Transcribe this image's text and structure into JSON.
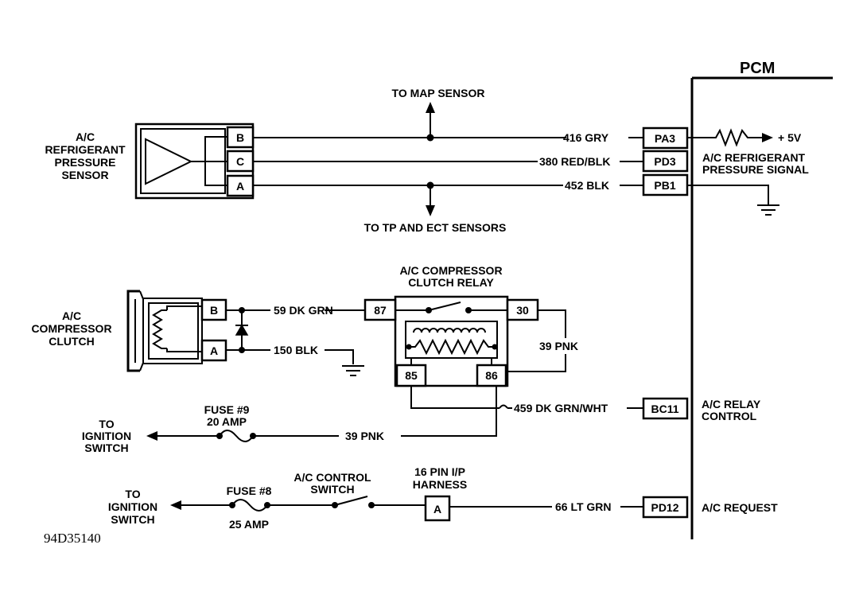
{
  "pcm": {
    "title": "PCM",
    "pins": {
      "pa3": "PA3",
      "pd3": "PD3",
      "pb1": "PB1",
      "bc11": "BC11",
      "pd12": "PD12"
    },
    "labels": {
      "plus_5v": "+ 5V",
      "pressure_signal_1": "A/C REFRIGERANT",
      "pressure_signal_2": "PRESSURE SIGNAL",
      "relay_control_1": "A/C RELAY",
      "relay_control_2": "CONTROL",
      "ac_request": "A/C REQUEST"
    }
  },
  "pressure_sensor": {
    "name_1": "A/C",
    "name_2": "REFRIGERANT",
    "name_3": "PRESSURE",
    "name_4": "SENSOR",
    "pins": {
      "b": "B",
      "c": "C",
      "a": "A"
    }
  },
  "wires": {
    "w416": "416 GRY",
    "w380": "380 RED/BLK",
    "w452": "452 BLK",
    "w59": "59 DK GRN",
    "w150": "150 BLK",
    "w39_right": "39 PNK",
    "w459": "459 DK GRN/WHT",
    "w39_bottom": "39 PNK",
    "w66": "66 LT GRN"
  },
  "notes": {
    "to_map": "TO MAP SENSOR",
    "to_tp_ect": "TO TP AND ECT SENSORS"
  },
  "clutch": {
    "name_1": "A/C",
    "name_2": "COMPRESSOR",
    "name_3": "CLUTCH",
    "pins": {
      "b": "B",
      "a": "A"
    }
  },
  "relay": {
    "name_1": "A/C COMPRESSOR",
    "name_2": "CLUTCH RELAY",
    "pins": {
      "p87": "87",
      "p30": "30",
      "p85": "85",
      "p86": "86"
    }
  },
  "fuse9": {
    "name": "FUSE #9",
    "rating": "20 AMP",
    "to_1": "TO",
    "to_2": "IGNITION",
    "to_3": "SWITCH"
  },
  "fuse8": {
    "name": "FUSE #8",
    "rating": "25 AMP",
    "to_1": "TO",
    "to_2": "IGNITION",
    "to_3": "SWITCH"
  },
  "control_switch": {
    "name_1": "A/C CONTROL",
    "name_2": "SWITCH"
  },
  "harness": {
    "name_1": "16 PIN I/P",
    "name_2": "HARNESS",
    "pin": "A"
  },
  "figure_id": "94D35140"
}
